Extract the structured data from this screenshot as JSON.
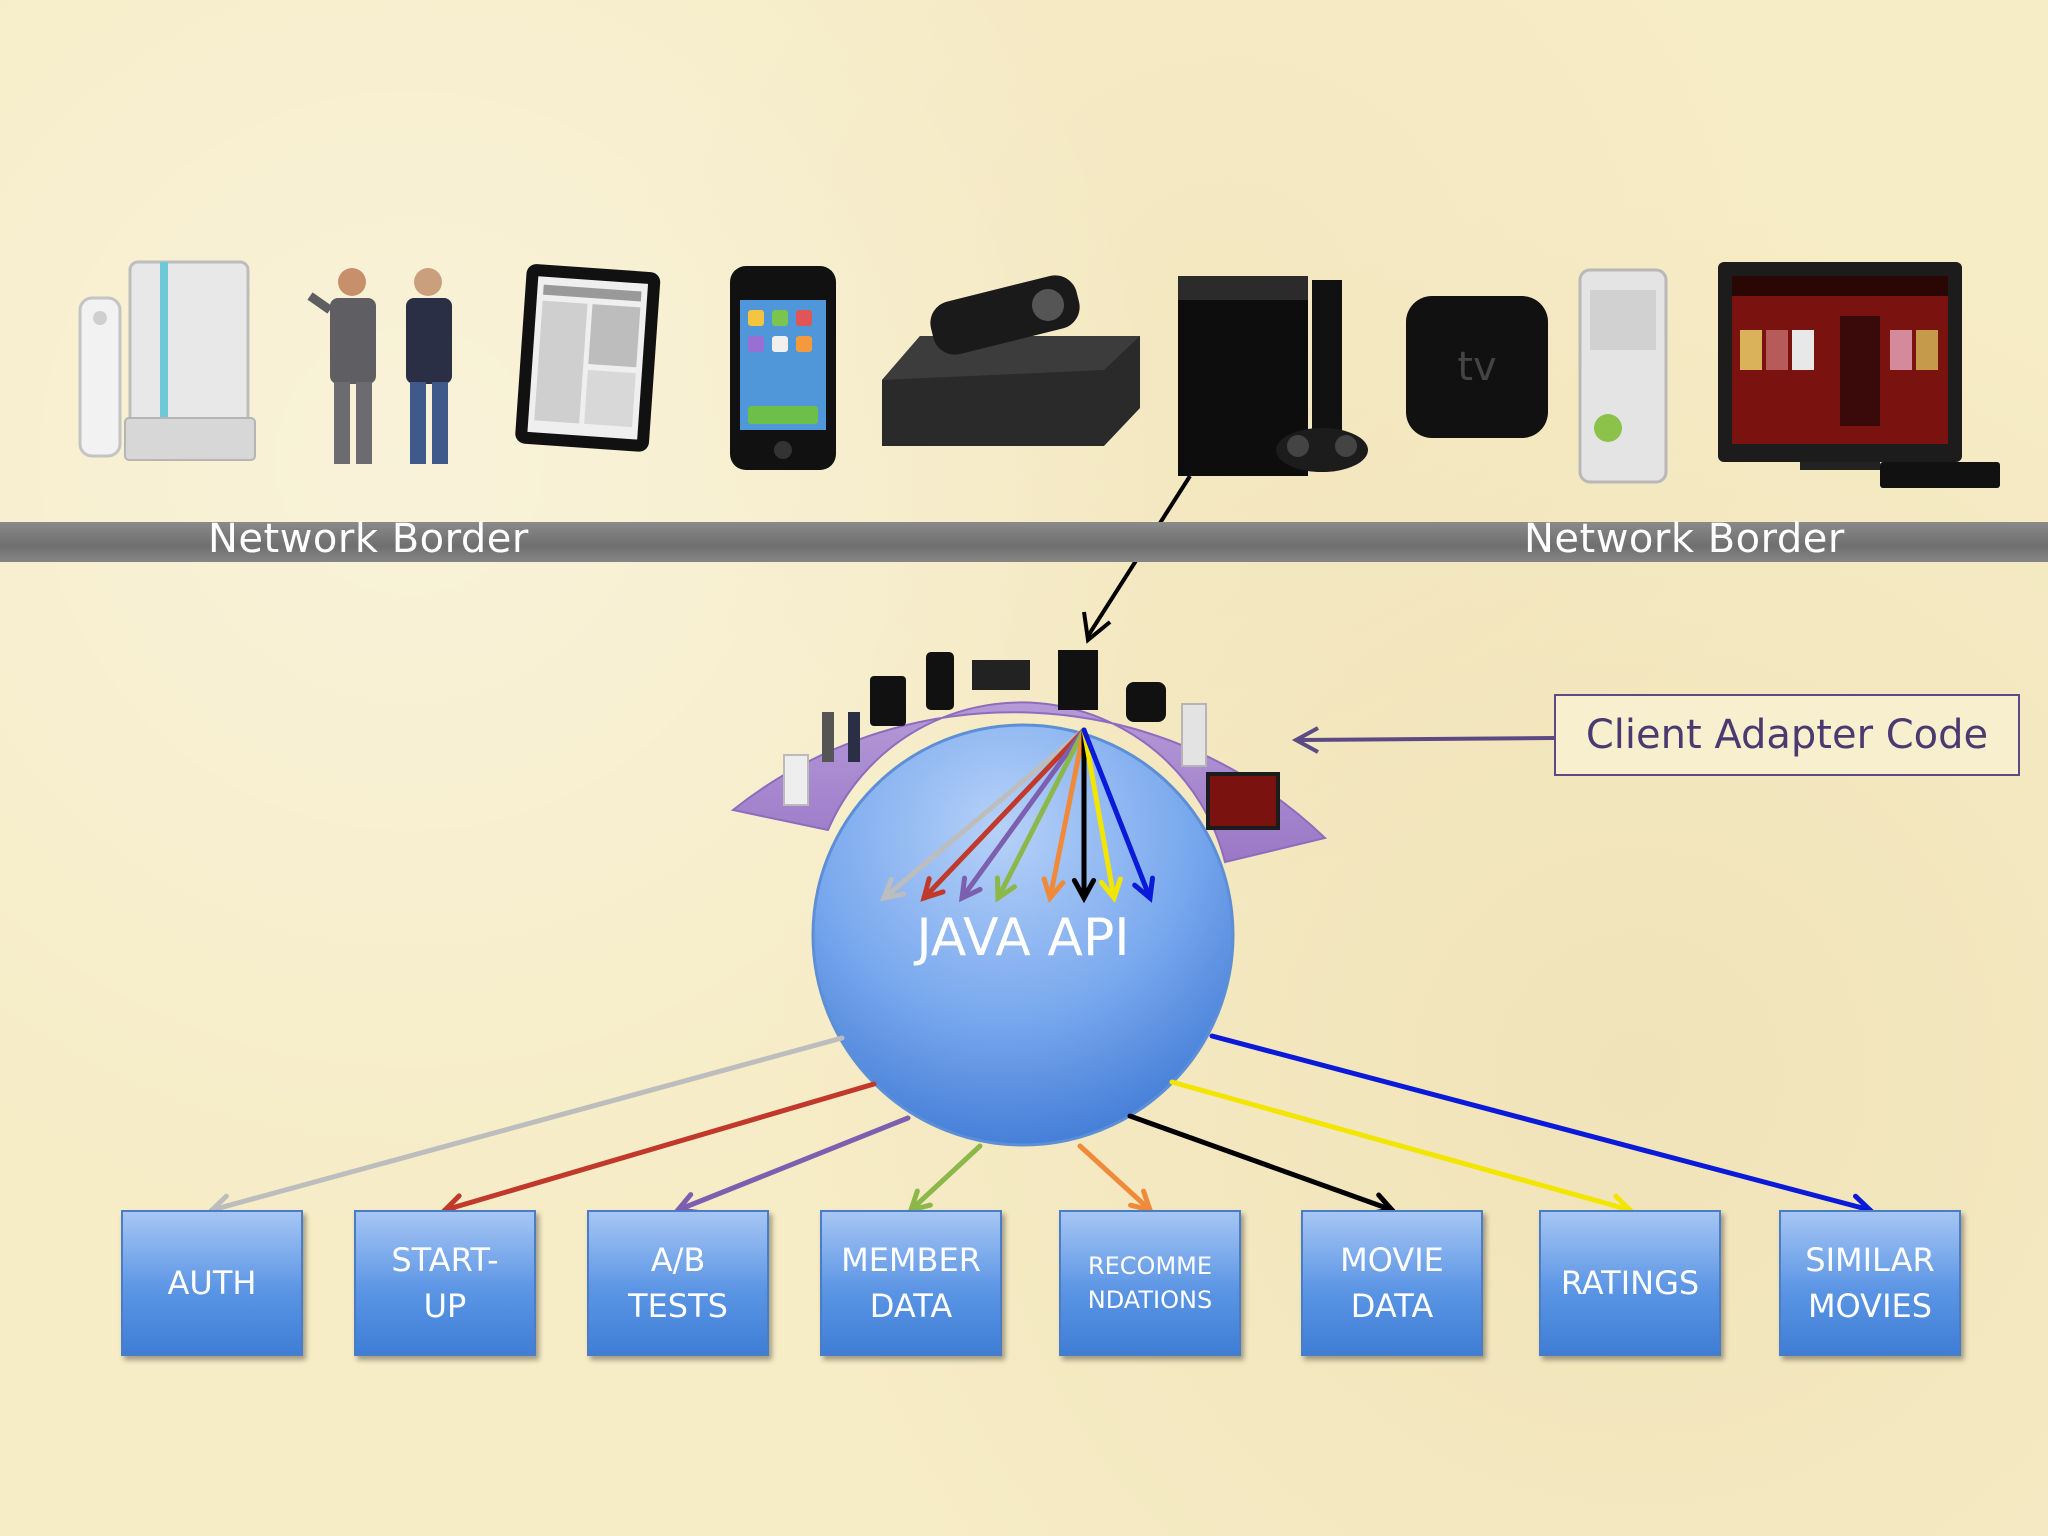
{
  "network_border": {
    "left_label": "Network Border",
    "right_label": "Network Border"
  },
  "devices": [
    {
      "name": "wii"
    },
    {
      "name": "people"
    },
    {
      "name": "ipad"
    },
    {
      "name": "iphone"
    },
    {
      "name": "roku"
    },
    {
      "name": "playstation-3"
    },
    {
      "name": "apple-tv"
    },
    {
      "name": "xbox-360"
    },
    {
      "name": "tv"
    }
  ],
  "client_adapter": {
    "label": "Client Adapter Code",
    "color": "#a98ad0",
    "arrow_color": "#5c4a84"
  },
  "api": {
    "label": "JAVA API",
    "color_top": "#a8c6f6",
    "color_bottom": "#3d7bd6"
  },
  "arrow_colors": [
    "#bdbdbd",
    "#c0392b",
    "#7d5fb0",
    "#8cb84a",
    "#f08a3a",
    "#000000",
    "#f2e600",
    "#0a1ad8"
  ],
  "services": [
    {
      "label": "AUTH",
      "color": "#bdbdbd",
      "size": "normal"
    },
    {
      "label": "START-\nUP",
      "color": "#c0392b",
      "size": "normal"
    },
    {
      "label": "A/B\nTESTS",
      "color": "#7d5fb0",
      "size": "normal"
    },
    {
      "label": "MEMBER\nDATA",
      "color": "#8cb84a",
      "size": "normal"
    },
    {
      "label": "RECOMME\nNDATIONS",
      "color": "#f08a3a",
      "size": "small"
    },
    {
      "label": "MOVIE\nDATA",
      "color": "#000000",
      "size": "normal"
    },
    {
      "label": "RATINGS",
      "color": "#f2e600",
      "size": "normal"
    },
    {
      "label": "SIMILAR\nMOVIES",
      "color": "#0a1ad8",
      "size": "normal"
    }
  ]
}
